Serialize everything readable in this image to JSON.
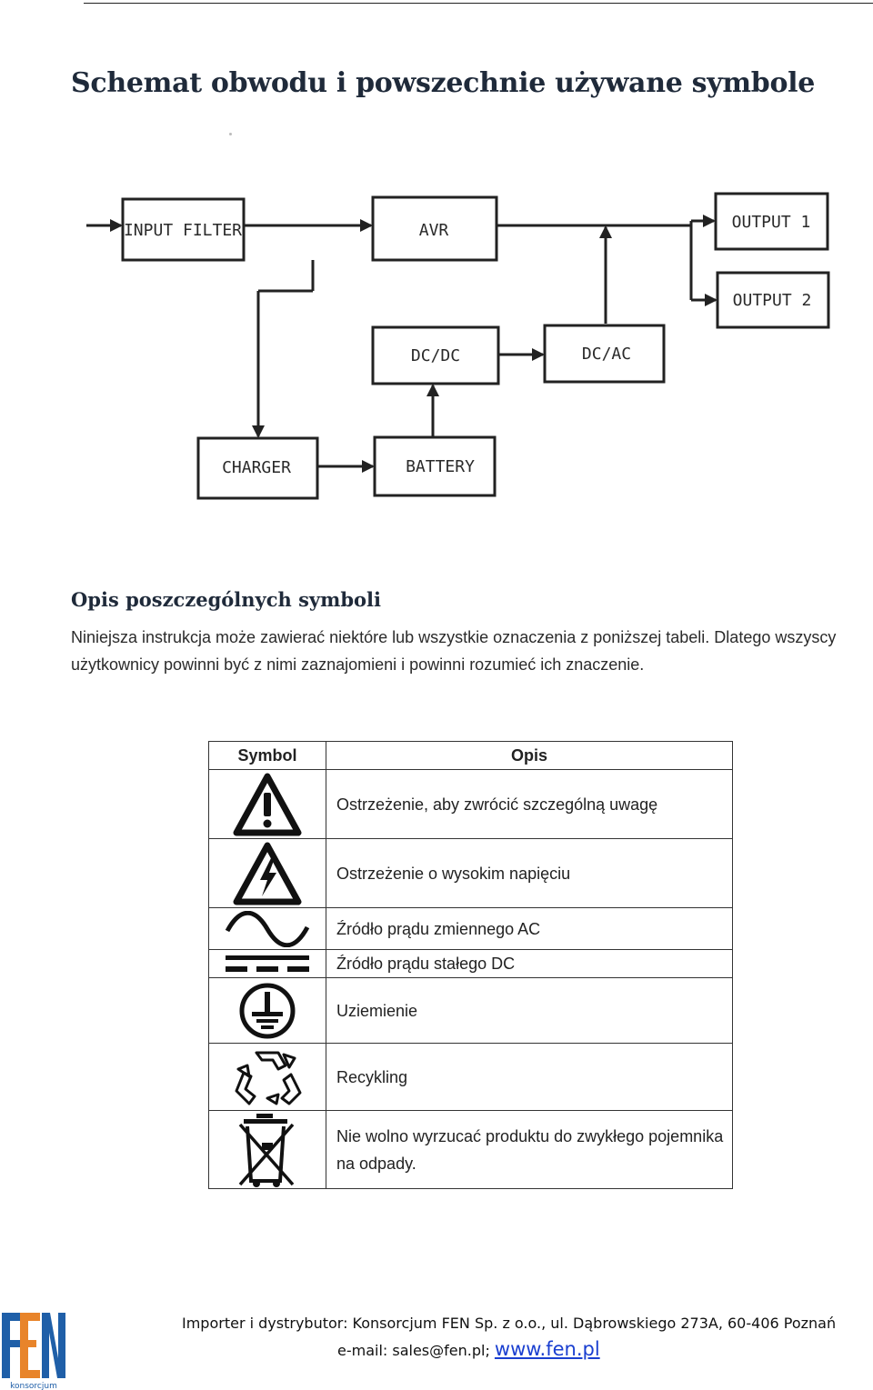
{
  "page": {
    "title": "Schemat obwodu i powszechnie używane symbole"
  },
  "diagram": {
    "blocks": {
      "input_filter": "INPUT FILTER",
      "avr": "AVR",
      "output1": "OUTPUT 1",
      "output2": "OUTPUT 2",
      "dcdc": "DC/DC",
      "dcac": "DC/AC",
      "charger": "CHARGER",
      "battery": "BATTERY"
    }
  },
  "section": {
    "heading": "Opis poszczególnych symboli",
    "intro": "Niniejsza instrukcja może zawierać niektóre lub wszystkie oznaczenia z poniższej tabeli. Dlatego wszyscy użytkownicy powinni być z nimi zaznajomieni i powinni rozumieć ich znaczenie."
  },
  "table": {
    "headers": {
      "symbol": "Symbol",
      "description": "Opis"
    },
    "rows": [
      {
        "icon": "warning-icon",
        "text": "Ostrzeżenie, aby zwrócić szczególną uwagę"
      },
      {
        "icon": "high-voltage-icon",
        "text": "Ostrzeżenie o wysokim napięciu"
      },
      {
        "icon": "ac-sine-icon",
        "text": "Źródło prądu zmiennego AC"
      },
      {
        "icon": "dc-icon",
        "text": "Źródło prądu stałego DC"
      },
      {
        "icon": "ground-icon",
        "text": "Uziemienie"
      },
      {
        "icon": "recycle-icon",
        "text": "Recykling"
      },
      {
        "icon": "crossed-bin-icon",
        "text": "Nie wolno wyrzucać produktu do zwykłego pojemnika na odpady."
      }
    ]
  },
  "footer": {
    "line1": "Importer i dystrybutor: Konsorcjum FEN Sp. z o.o., ul. Dąbrowskiego 273A, 60-406 Poznań",
    "email_prefix": "e-mail: sales@fen.pl; ",
    "website": "www.fen.pl",
    "logo_text": "FEN",
    "logo_subtext": "konsorcjum"
  },
  "colors": {
    "logo_blue": "#1f5fa8",
    "logo_orange": "#e8842a",
    "link": "#1a3fd0"
  }
}
